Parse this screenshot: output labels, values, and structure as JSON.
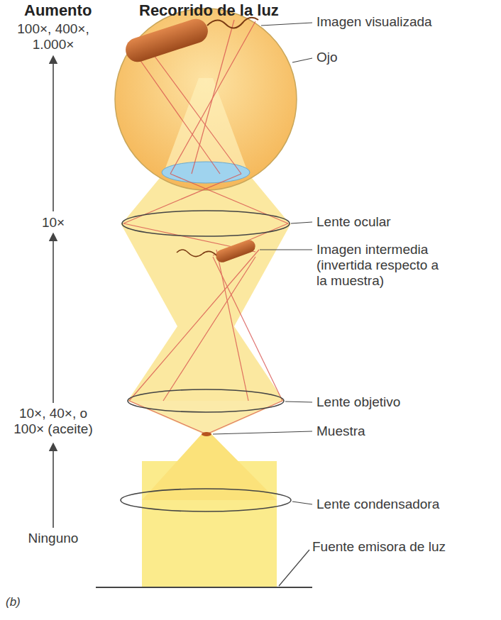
{
  "diagram": {
    "labels": [
      "Aumento",
      "Recorrido de la luz",
      "100×, 400×, 1.000×",
      "10×",
      "10×, 40×, o 100× (aceite)",
      "Ninguno",
      "Imagen visualizada",
      "Ojo",
      "Lente ocular",
      "Imagen intermedia (invertida respecto a la muestra)",
      "Lente objetivo",
      "Muestra",
      "Lente condensadora",
      "Fuente emisora de luz",
      "(b)"
    ]
  }
}
